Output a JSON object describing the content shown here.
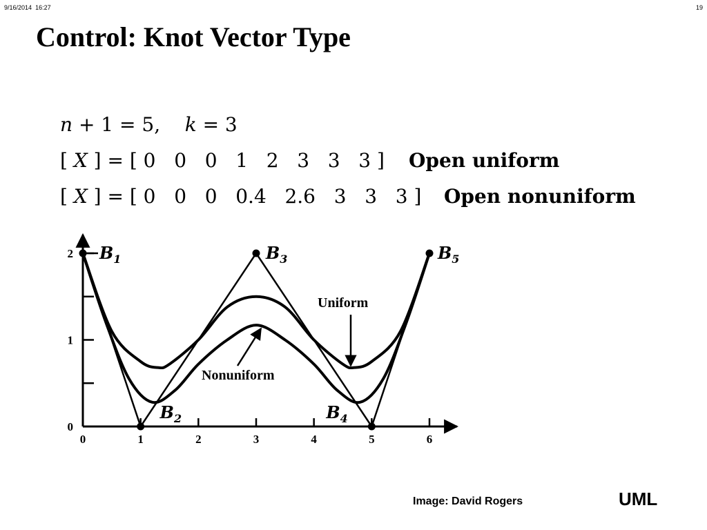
{
  "header": {
    "date": "9/16/2014",
    "time": "16:27",
    "page": "19"
  },
  "title": "Control: Knot Vector Type",
  "equations": {
    "line1": {
      "lhs1": "n",
      "mid1": " + 1 = 5,    ",
      "lhs2": "k",
      "mid2": " = 3"
    },
    "line2": {
      "var": "X",
      "vector": "[ 0   0   0   1   2   3   3   3 ]",
      "label": "Open uniform"
    },
    "line3": {
      "var": "X",
      "vector": "[ 0   0   0   0.4   2.6   3   3   3 ]",
      "label": "Open nonuniform"
    }
  },
  "chart_data": {
    "type": "line",
    "xlim": [
      0,
      6
    ],
    "ylim": [
      0,
      2
    ],
    "xticks": [
      0,
      1,
      2,
      3,
      4,
      5,
      6
    ],
    "xtick_labels": [
      "0",
      "1",
      "2",
      "3",
      "4",
      "5",
      "6"
    ],
    "yticks": [
      0,
      0.5,
      1,
      1.5,
      2
    ],
    "ytick_labels": [
      "0",
      "",
      "1",
      "",
      "2"
    ],
    "control_points": [
      {
        "label": "B",
        "sub": "1",
        "x": 0,
        "y": 2
      },
      {
        "label": "B",
        "sub": "2",
        "x": 1,
        "y": 0
      },
      {
        "label": "B",
        "sub": "3",
        "x": 3,
        "y": 2
      },
      {
        "label": "B",
        "sub": "4",
        "x": 5,
        "y": 0
      },
      {
        "label": "B",
        "sub": "5",
        "x": 6,
        "y": 2
      }
    ],
    "series": [
      {
        "name": "Uniform",
        "x": [
          0,
          0.5,
          1,
          1.3,
          1.5,
          2,
          2.5,
          3,
          3.5,
          4,
          4.5,
          4.7,
          5,
          5.5,
          6
        ],
        "y": [
          2,
          1.1,
          0.75,
          0.68,
          0.72,
          1.0,
          1.38,
          1.5,
          1.38,
          1.0,
          0.72,
          0.68,
          0.75,
          1.1,
          2
        ]
      },
      {
        "name": "Nonuniform",
        "x": [
          0,
          0.4,
          0.8,
          1.2,
          1.6,
          2,
          2.5,
          3,
          3.5,
          4,
          4.4,
          4.8,
          5.2,
          5.6,
          6
        ],
        "y": [
          2,
          1.2,
          0.55,
          0.28,
          0.42,
          0.72,
          1.0,
          1.17,
          1.0,
          0.72,
          0.42,
          0.28,
          0.55,
          1.2,
          2
        ]
      }
    ],
    "annotations": [
      {
        "text": "Uniform"
      },
      {
        "text": "Nonuniform"
      }
    ]
  },
  "footer": {
    "credit": "Image: David Rogers",
    "brand": "UML"
  }
}
